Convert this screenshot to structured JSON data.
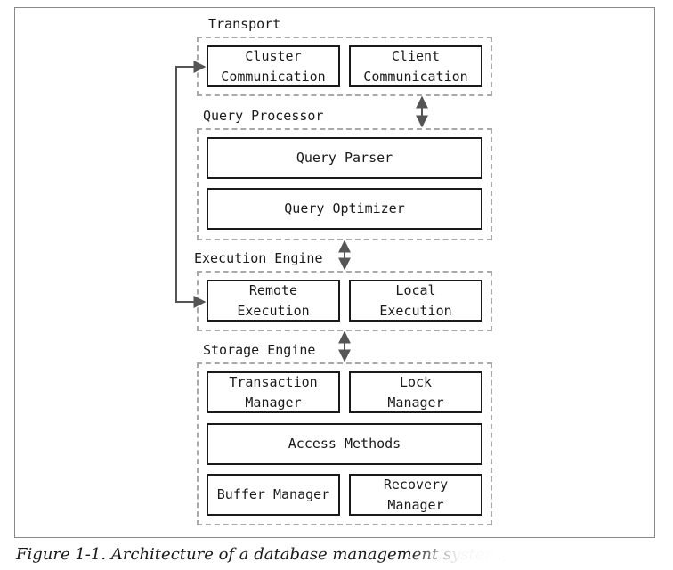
{
  "groups": {
    "transport": {
      "label": "Transport",
      "boxes": [
        "Cluster\nCommunication",
        "Client\nCommunication"
      ]
    },
    "query_processor": {
      "label": "Query Processor",
      "boxes": [
        "Query Parser",
        "Query Optimizer"
      ]
    },
    "execution_engine": {
      "label": "Execution Engine",
      "boxes": [
        "Remote\nExecution",
        "Local\nExecution"
      ]
    },
    "storage_engine": {
      "label": "Storage Engine",
      "boxes": [
        "Transaction\nManager",
        "Lock\nManager",
        "Access Methods",
        "Buffer Manager",
        "Recovery\nManager"
      ]
    }
  },
  "caption": "Figure 1-1. Architecture of a database management system",
  "colors": {
    "box_border": "#1a1a1a",
    "group_border": "#a9a9a9",
    "arrow": "#555555",
    "frame": "#888888"
  }
}
